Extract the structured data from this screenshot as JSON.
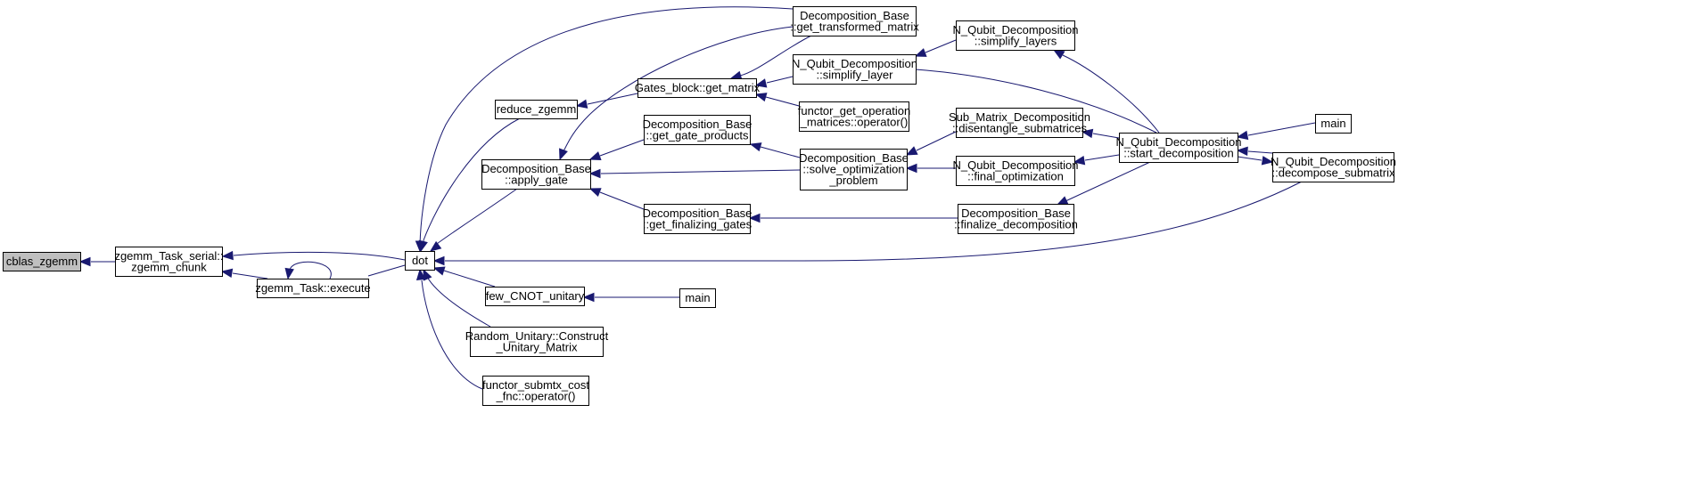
{
  "colors": {
    "edge": "#191970",
    "root_fill": "#bfbfbf",
    "node_fill": "#ffffff",
    "border": "#000000"
  },
  "nodes": {
    "cblas_zgemm": [
      "cblas_zgemm"
    ],
    "zgemm_chunk": [
      "zgemm_Task_serial::",
      "zgemm_chunk"
    ],
    "zgemm_execute": [
      "zgemm_Task::execute"
    ],
    "dot": [
      "dot"
    ],
    "reduce_zgemm": [
      "reduce_zgemm"
    ],
    "apply_gate": [
      "Decomposition_Base",
      "::apply_gate"
    ],
    "few_cnot": [
      "few_CNOT_unitary"
    ],
    "random_unitary": [
      "Random_Unitary::Construct",
      "_Unitary_Matrix"
    ],
    "functor_submtx": [
      "functor_submtx_cost",
      "_fnc::operator()"
    ],
    "get_transformed": [
      "Decomposition_Base",
      "::get_transformed_matrix"
    ],
    "gates_get_matrix": [
      "Gates_block::get_matrix"
    ],
    "get_gate_products": [
      "Decomposition_Base",
      "::get_gate_products"
    ],
    "get_finalizing": [
      "Decomposition_Base",
      "::get_finalizing_gates"
    ],
    "main_small": [
      "main"
    ],
    "simplify_layer": [
      "N_Qubit_Decomposition",
      "::simplify_layer"
    ],
    "functor_get_op": [
      "functor_get_operation",
      "_matrices::operator()"
    ],
    "solve_opt": [
      "Decomposition_Base",
      "::solve_optimization",
      "_problem"
    ],
    "simplify_layers": [
      "N_Qubit_Decomposition",
      "::simplify_layers"
    ],
    "disentangle": [
      "Sub_Matrix_Decomposition",
      "::disentangle_submatrices"
    ],
    "final_opt": [
      "N_Qubit_Decomposition",
      "::final_optimization"
    ],
    "finalize_decomp": [
      "Decomposition_Base",
      "::finalize_decomposition"
    ],
    "start_decomp": [
      "N_Qubit_Decomposition",
      "::start_decomposition"
    ],
    "main_right": [
      "main"
    ],
    "decompose_sub": [
      "N_Qubit_Decomposition",
      "::decompose_submatrix"
    ]
  },
  "edges": [
    [
      "zgemm_chunk",
      "cblas_zgemm"
    ],
    [
      "dot",
      "zgemm_chunk"
    ],
    [
      "zgemm_execute",
      "zgemm_chunk"
    ],
    [
      "zgemm_execute",
      "zgemm_execute"
    ],
    [
      "dot",
      "zgemm_execute"
    ],
    [
      "reduce_zgemm",
      "dot"
    ],
    [
      "apply_gate",
      "dot"
    ],
    [
      "few_cnot",
      "dot"
    ],
    [
      "random_unitary",
      "dot"
    ],
    [
      "functor_submtx",
      "dot"
    ],
    [
      "get_transformed",
      "dot"
    ],
    [
      "decompose_sub",
      "dot"
    ],
    [
      "gates_get_matrix",
      "reduce_zgemm"
    ],
    [
      "get_transformed",
      "apply_gate"
    ],
    [
      "get_gate_products",
      "apply_gate"
    ],
    [
      "solve_opt",
      "apply_gate"
    ],
    [
      "get_finalizing",
      "apply_gate"
    ],
    [
      "main_small",
      "few_cnot"
    ],
    [
      "get_transformed",
      "gates_get_matrix"
    ],
    [
      "simplify_layer",
      "gates_get_matrix"
    ],
    [
      "functor_get_op",
      "gates_get_matrix"
    ],
    [
      "solve_opt",
      "get_gate_products"
    ],
    [
      "finalize_decomp",
      "get_finalizing"
    ],
    [
      "simplify_layers",
      "simplify_layer"
    ],
    [
      "start_decomp",
      "simplify_layer"
    ],
    [
      "disentangle",
      "solve_opt"
    ],
    [
      "final_opt",
      "solve_opt"
    ],
    [
      "start_decomp",
      "simplify_layers"
    ],
    [
      "start_decomp",
      "disentangle"
    ],
    [
      "start_decomp",
      "final_opt"
    ],
    [
      "start_decomp",
      "finalize_decomp"
    ],
    [
      "main_right",
      "start_decomp"
    ],
    [
      "decompose_sub",
      "start_decomp"
    ],
    [
      "start_decomp",
      "decompose_sub"
    ]
  ]
}
